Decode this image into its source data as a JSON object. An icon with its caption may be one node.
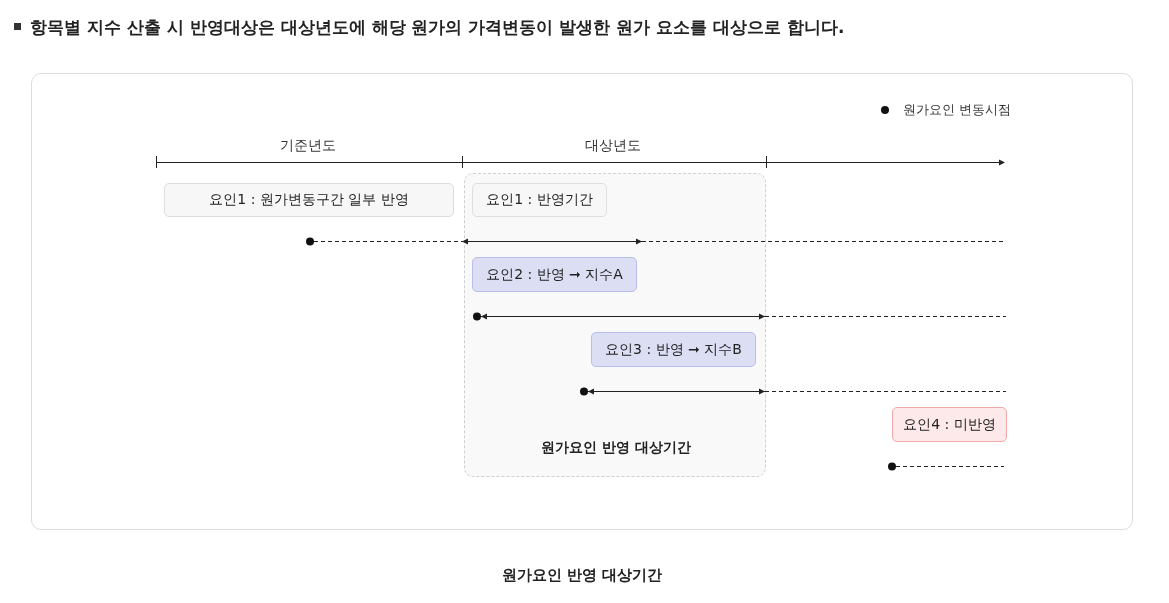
{
  "diagram": {
    "title": "항목별 지수 산출 시 반영대상은 대상년도에 해당 원가의 가격변동이 발생한 원가 요소를 대상으로 합니다.",
    "caption": "원가요인 반영 대상기간",
    "nodes": [
      {
        "text": [
          "요인1 : 원가변동구간 일부 반영"
        ]
      },
      {
        "text": [
          "원가요인 반영 대상기간"
        ]
      },
      {
        "text": [
          "요인1 : 반영기간"
        ],
        "in": 1
      },
      {
        "text": [
          "요인2 : 반영 ➞ 지수A"
        ],
        "in": 1
      },
      {
        "text": [
          "요인3 : 반영 ➞ 지수B"
        ],
        "in": 1
      },
      {
        "text": [
          "요인4 : 미반영"
        ]
      }
    ],
    "labels": [
      "기준년도",
      "대상년도"
    ],
    "legend": [
      {
        "text": "원가요인 변동시점"
      }
    ]
  }
}
